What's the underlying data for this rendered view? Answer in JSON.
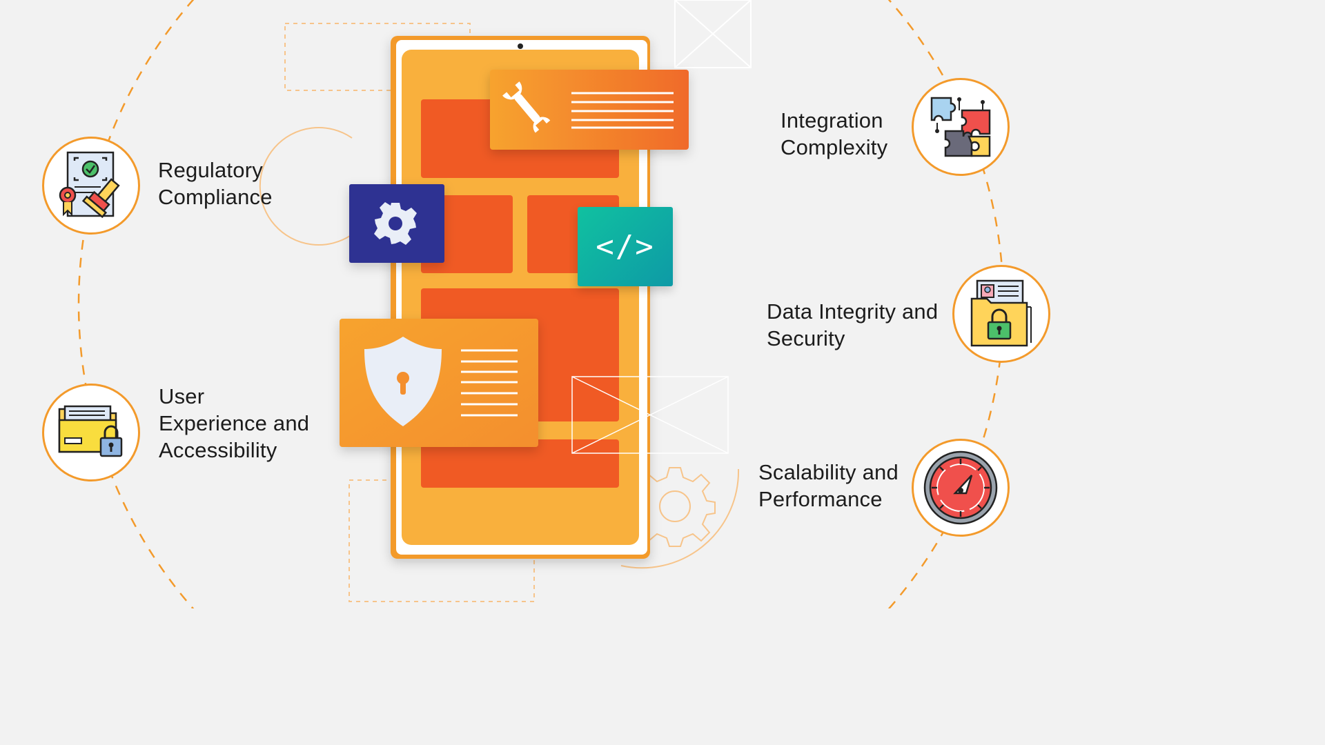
{
  "challenges": {
    "regulatory_compliance": {
      "label": "Regulatory\nCompliance",
      "icon": "compliance-certificate-icon"
    },
    "user_experience": {
      "label": "User\nExperience and\nAccessibility",
      "icon": "secure-folder-icon"
    },
    "integration_complexity": {
      "label": "Integration\nComplexity",
      "icon": "puzzle-pieces-icon"
    },
    "data_integrity": {
      "label": "Data Integrity and\nSecurity",
      "icon": "locked-documents-icon"
    },
    "scalability": {
      "label": "Scalability and\nPerformance",
      "icon": "speedometer-gauge-icon"
    }
  },
  "center_illustration": {
    "panels": [
      "wrench-icon",
      "gear-icon",
      "code-icon",
      "shield-lock-icon"
    ],
    "code_symbol": "</>"
  },
  "colors": {
    "accent_orange": "#f39a2b",
    "phone_body": "#f9b03d",
    "phone_block": "#f05a24",
    "gear_panel": "#2e3192",
    "code_panel": "#0fb3a0",
    "panel_orange": "#f7922f",
    "background": "#f2f2f2"
  }
}
